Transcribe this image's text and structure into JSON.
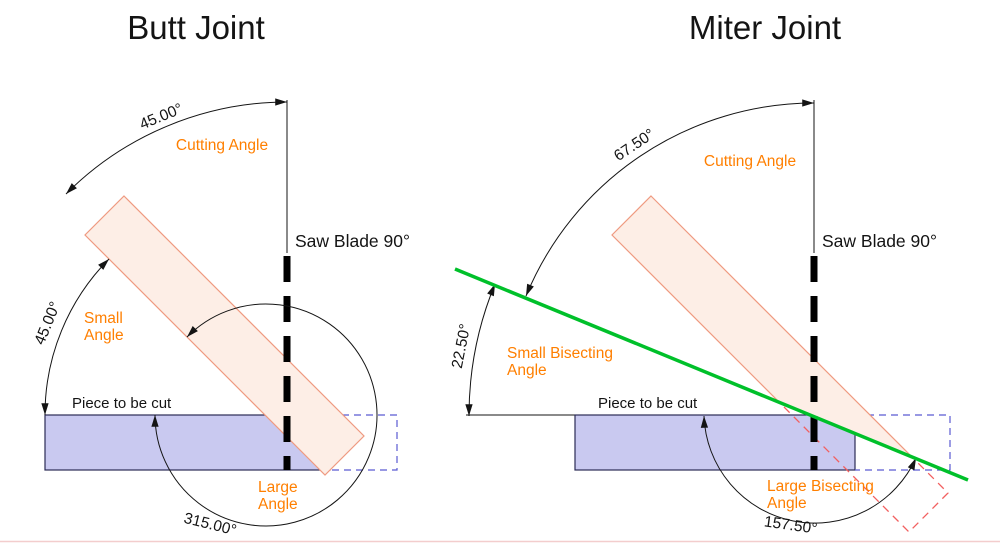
{
  "colors": {
    "ink": "#141414",
    "label_orange": "#ff7f00",
    "piece_fill": "#fdeee6",
    "piece_stroke": "#ef9a80",
    "board_fill": "#c9c9f0",
    "board_stroke": "#2b2b55",
    "hidden_blue": "#5a5ad2",
    "hidden_red": "#f26060",
    "bisect_green": "#00c02a"
  },
  "panels": {
    "butt": {
      "title": "Butt Joint",
      "cutting_angle_value": "45.00°",
      "cutting_angle_label": "Cutting Angle",
      "saw_blade_label": "Saw Blade 90°",
      "small_angle_value": "45.00°",
      "small_angle_label_line1": "Small",
      "small_angle_label_line2": "Angle",
      "piece_label": "Piece to be cut",
      "large_angle_value": "315.00°",
      "large_angle_label_line1": "Large",
      "large_angle_label_line2": "Angle"
    },
    "miter": {
      "title": "Miter Joint",
      "cutting_angle_value": "67.50°",
      "cutting_angle_label": "Cutting Angle",
      "saw_blade_label": "Saw Blade 90°",
      "small_angle_value": "22.50°",
      "small_angle_label_line1": "Small Bisecting",
      "small_angle_label_line2": "Angle",
      "piece_label": "Piece to be cut",
      "large_angle_value": "157.50°",
      "large_angle_label_line1": "Large Bisecting",
      "large_angle_label_line2": "Angle"
    }
  }
}
